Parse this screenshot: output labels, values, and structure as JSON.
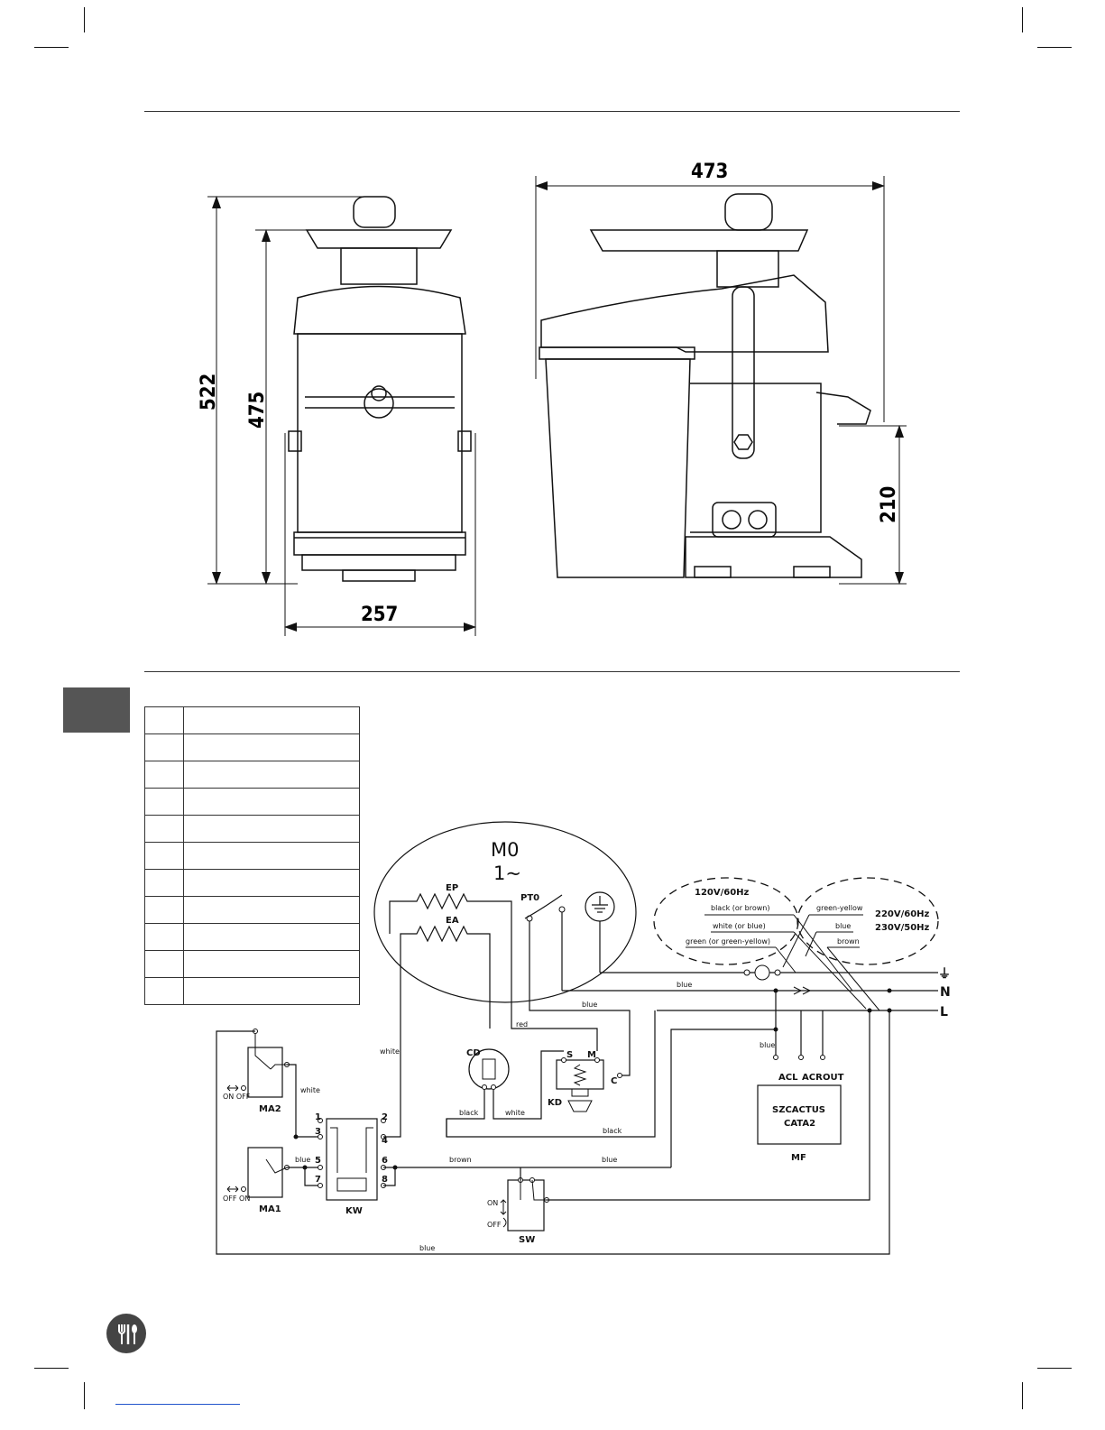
{
  "dimensions": {
    "front_height_total": "522",
    "front_height_body": "475",
    "front_width": "257",
    "side_width": "473",
    "side_spout_height": "210"
  },
  "legend_rows": 11,
  "motor": {
    "title": "M0",
    "phase": "1~",
    "ep": "EP",
    "ea": "EA",
    "pto": "PT0"
  },
  "voltage_120": {
    "title": "120V/60Hz",
    "wire1": "black (or brown)",
    "wire2": "white (or blue)",
    "wire3": "green (or green-yellow)"
  },
  "voltage_220": {
    "title1": "220V/60Hz",
    "title2": "230V/50Hz",
    "wire1": "green-yellow",
    "wire2": "blue",
    "wire3": "brown"
  },
  "bus": {
    "n": "N",
    "l": "L",
    "ground": "⏚"
  },
  "wires": {
    "blue": "blue",
    "red": "red",
    "white": "white",
    "black": "black",
    "brown": "brown"
  },
  "components": {
    "cd": "CD",
    "kd": "KD",
    "kd_s": "S",
    "kd_m": "M",
    "kd_c": "C",
    "mf_acl": "ACL",
    "mf_acr": "ACR",
    "mf_out": "OUT",
    "mf_line1": "SZCACTUS",
    "mf_line2": "CATA2",
    "mf": "MF",
    "ma2": "MA2",
    "ma2_state": "ON OFF",
    "ma1": "MA1",
    "ma1_state": "OFF ON",
    "kw": "KW",
    "kw_1": "1",
    "kw_2": "2",
    "kw_3": "3",
    "kw_4": "4",
    "kw_5": "5",
    "kw_6": "6",
    "kw_7": "7",
    "kw_8": "8",
    "sw": "SW",
    "sw_on": "ON",
    "sw_off": "OFF"
  },
  "switch_labels": {
    "off": "OFF",
    "on": "ON"
  }
}
